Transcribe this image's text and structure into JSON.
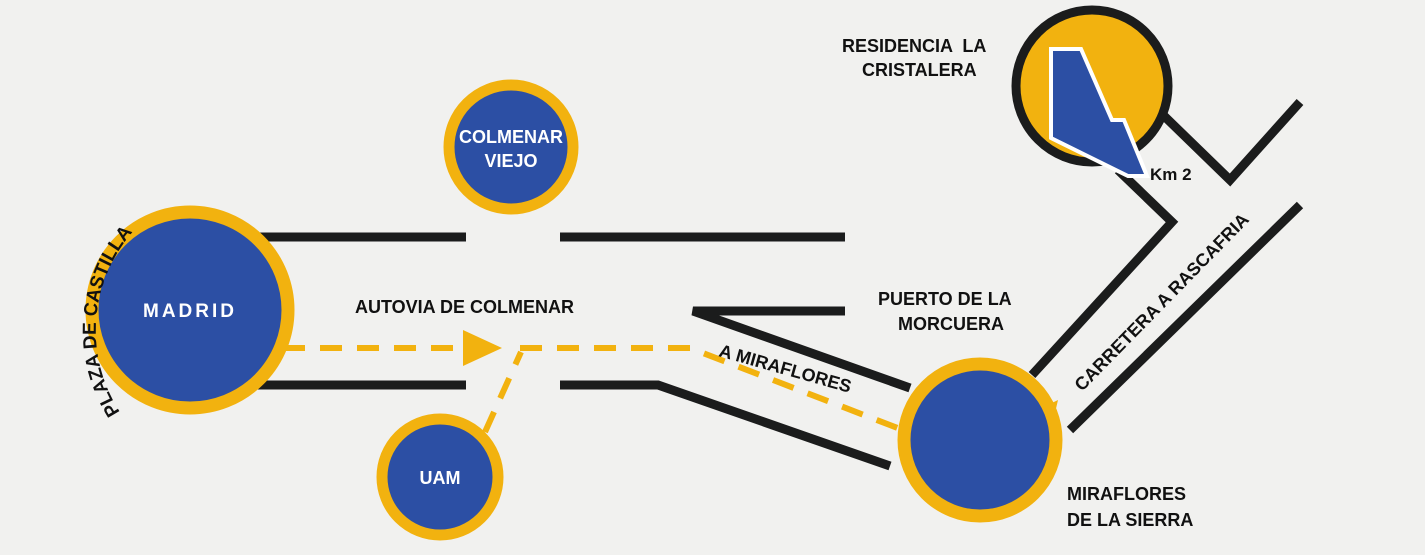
{
  "map": {
    "colors": {
      "background": "#f1f1ef",
      "road": "#1b1c1c",
      "route": "#f2b20f",
      "node_fill": "#2c4fa4",
      "node_ring": "#f2b20f",
      "node_text": "#ffffff",
      "label_text": "#111111"
    },
    "nodes": {
      "madrid": "MADRID",
      "colmenar_line1": "COLMENAR",
      "colmenar_line2": "VIEJO",
      "uam": "UAM"
    },
    "labels": {
      "plaza_castilla": "PLAZA DE CASTILLA",
      "autovia": "AUTOVIA DE COLMENAR",
      "puerto_line1": "PUERTO DE LA",
      "puerto_line2": "MORCUERA",
      "a_miraflores": "A MIRAFLORES",
      "carretera": "CARRETERA A RASCAFRIA",
      "km": "Km 2",
      "residencia_line1": "RESIDENCIA  LA",
      "residencia_line2": "CRISTALERA",
      "miraflores_line1": "MIRAFLORES",
      "miraflores_line2": "DE LA SIERRA"
    }
  }
}
